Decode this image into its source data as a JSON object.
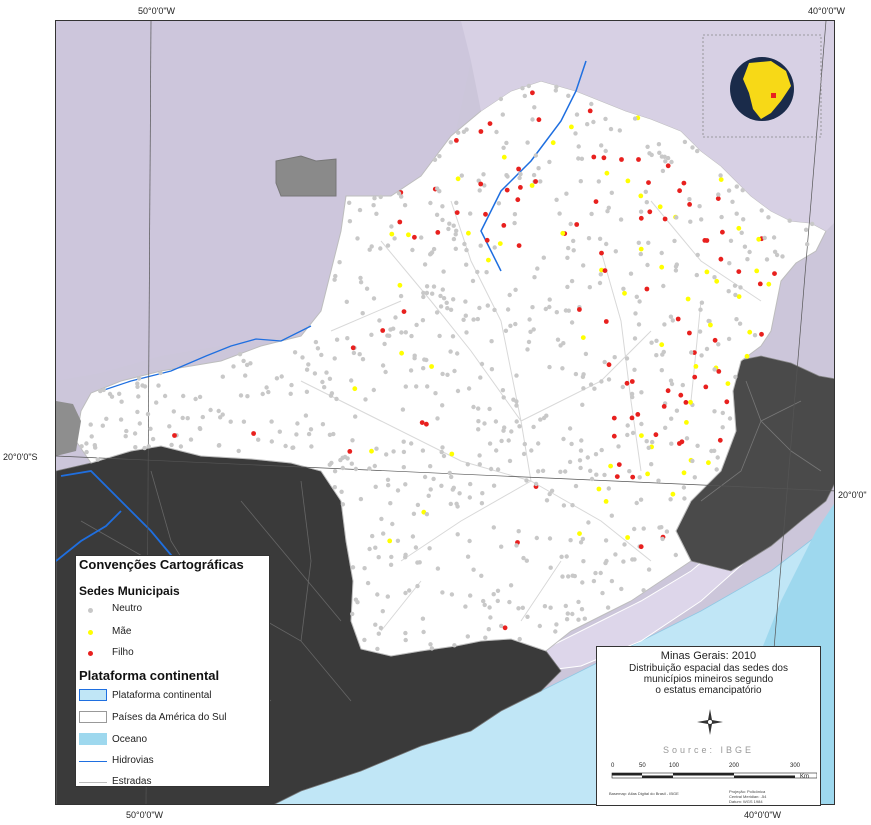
{
  "coordinates": {
    "top_left": "50°0'0\"W",
    "top_right": "40°0'0\"W",
    "bottom_left": "50°0'0\"W",
    "bottom_right": "40°0'0\"W",
    "left_lat": "20°0'0\"S",
    "right_lat": "20°0'0\""
  },
  "legend": {
    "title": "Convenções Cartográficas",
    "section1": "Sedes Municipais",
    "items1": [
      {
        "label": "Neutro",
        "color": "#c8c8c8"
      },
      {
        "label": "Mãe",
        "color": "#ffff00"
      },
      {
        "label": "Filho",
        "color": "#e8201e"
      }
    ],
    "section2": "Plataforma continental",
    "items2": [
      {
        "label": "Plataforma continental"
      },
      {
        "label": "Países da América do Sul"
      },
      {
        "label": "Oceano"
      },
      {
        "label": "Hidrovias"
      },
      {
        "label": "Estradas"
      }
    ]
  },
  "title_box": {
    "title": "Minas Gerais: 2010",
    "subtitle_1": "Distribuição espacial das sedes dos",
    "subtitle_2": "municípios mineiros segundo",
    "subtitle_3": "o estatus emancipatório",
    "source": "Source: IBGE",
    "scale_ticks": [
      "0",
      "50",
      "100",
      "200",
      "300"
    ],
    "scale_unit": "Km",
    "credit_left": "Basemap: Atlas Digital do Brasil - IBGE",
    "credit_right_1": "Projeção: Policônica",
    "credit_right_2": "Central Meridian: -54",
    "credit_right_3": "Datum: WGS 1984"
  },
  "colors": {
    "neutro": "#c8c8c8",
    "mae": "#ffff00",
    "filho": "#e8201e",
    "ocean": "#9ed8ee",
    "shelf": "#c0e6f6",
    "neighbor_state": "#cdc6dc",
    "dark_state": "#3a3a3a",
    "river": "#1f6fe0",
    "minas": "#ffffff"
  }
}
